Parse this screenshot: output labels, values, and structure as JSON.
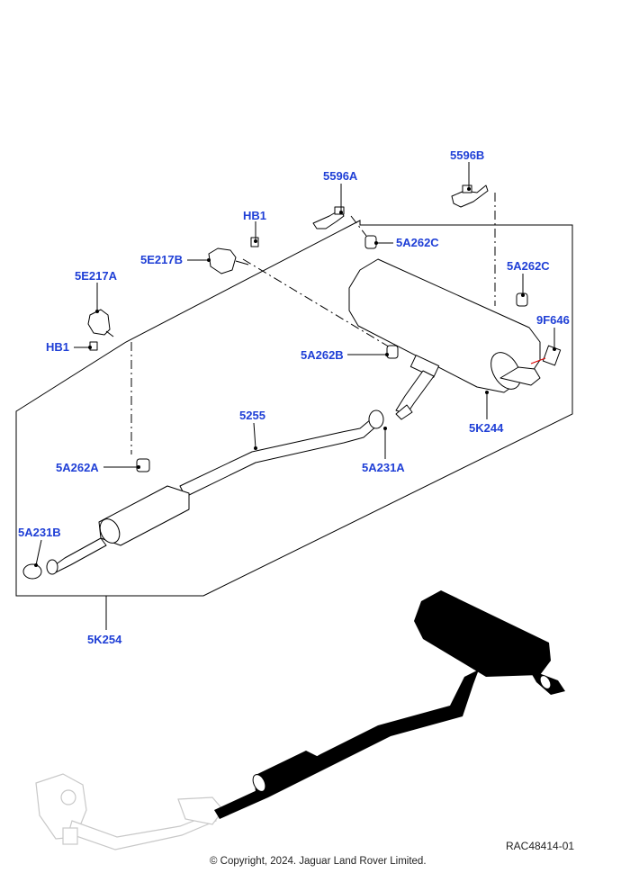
{
  "callouts": {
    "c5596a": "5596A",
    "c5596b": "5596B",
    "chb1_top": "HB1",
    "c5e217b": "5E217B",
    "c5a262c_a": "5A262C",
    "c5a262c_b": "5A262C",
    "c5e217a": "5E217A",
    "c9f646": "9F646",
    "chb1_left": "HB1",
    "c5a262b": "5A262B",
    "c5255": "5255",
    "c5k244": "5K244",
    "c5a262a": "5A262A",
    "c5a231a": "5A231A",
    "c5a231b": "5A231B",
    "c5k254": "5K254"
  },
  "footer": {
    "reference": "RAC48414-01",
    "copyright": "© Copyright, 2024. Jaguar Land Rover Limited."
  },
  "colors": {
    "callout": "#1f3fd6",
    "line": "#000000",
    "ghost": "#c8c8c8"
  }
}
